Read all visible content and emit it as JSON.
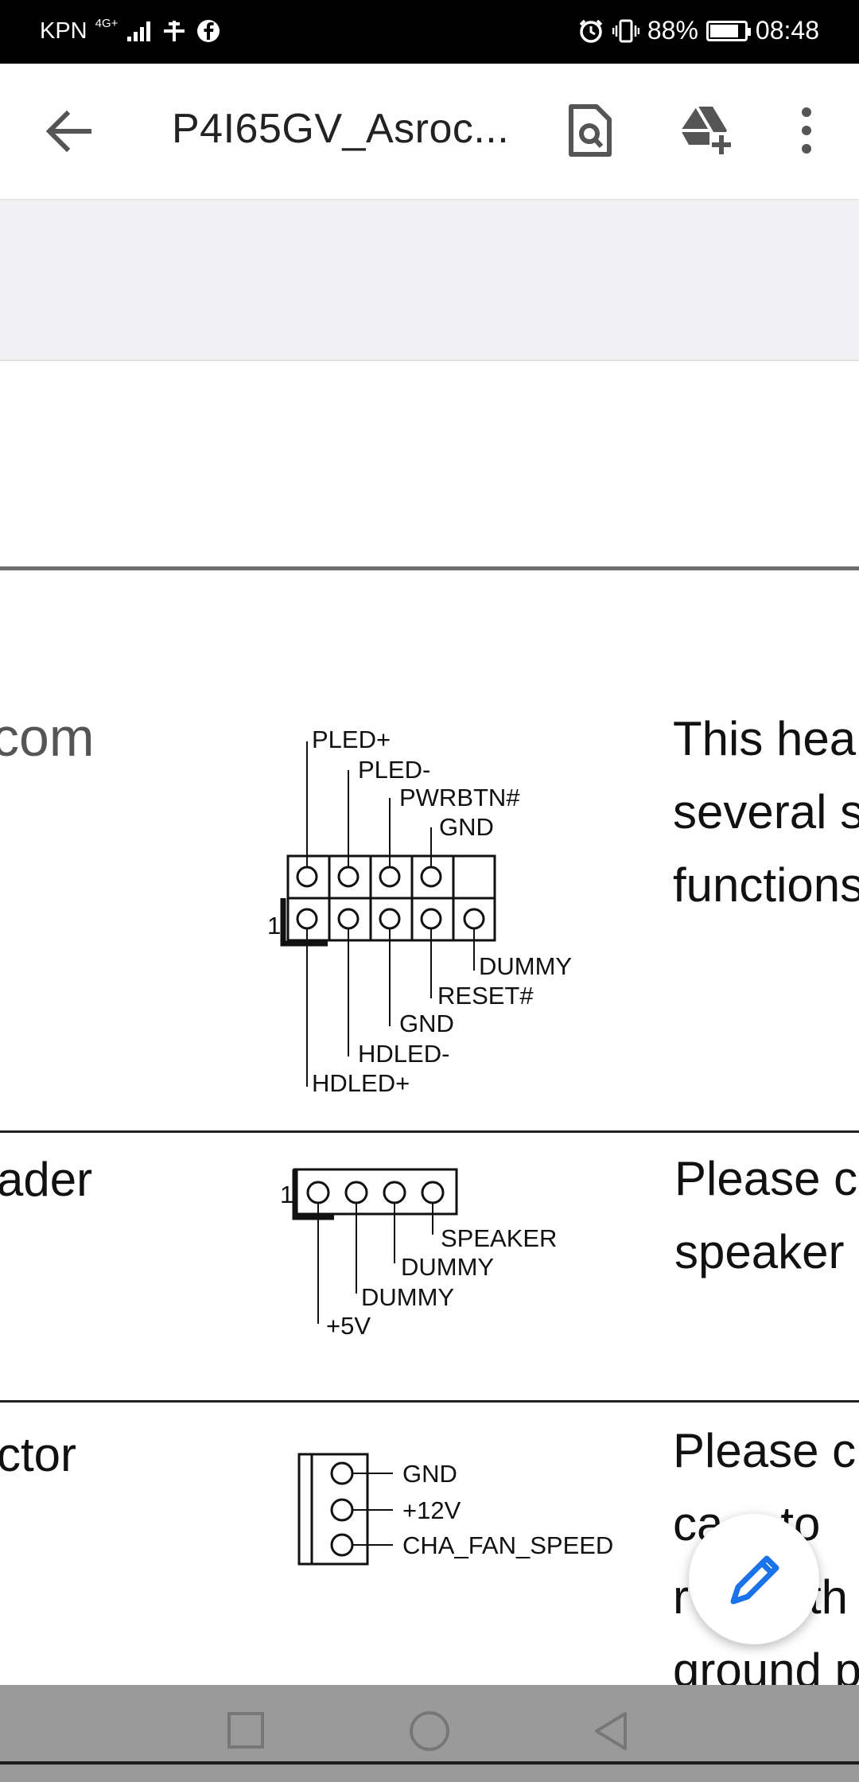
{
  "status_bar": {
    "carrier": "KPN",
    "network": "4G+",
    "battery": "88%",
    "battery_level": 0.88,
    "time": "08:48"
  },
  "app_bar": {
    "title": "P4I65GV_Asroc..."
  },
  "rows": [
    {
      "left_text": "com",
      "right_lines": [
        "This hea",
        "several s",
        "functions"
      ],
      "pins_top": [
        "PLED+",
        "PLED-",
        "PWRBTN#",
        "GND"
      ],
      "pins_bottom": [
        "DUMMY",
        "RESET#",
        "GND",
        "HDLED-",
        "HDLED+"
      ],
      "pin1": "1"
    },
    {
      "left_text": "ader",
      "right_lines": [
        "Please c",
        "speaker"
      ],
      "pins": [
        "SPEAKER",
        "DUMMY",
        "DUMMY",
        "+5V"
      ],
      "pin1": "1"
    },
    {
      "left_text": "ctor",
      "right_lines": [
        "Please c",
        "ca",
        "to",
        "r",
        "th",
        "ground p"
      ],
      "pins": [
        "GND",
        "+12V",
        "CHA_FAN_SPEED"
      ]
    }
  ],
  "icons": {
    "back": "arrow-left-icon",
    "doc_search": "document-search-icon",
    "drive_add": "drive-add-icon",
    "more": "more-vert-icon",
    "edit": "pencil-icon",
    "nav_recent": "square-icon",
    "nav_home": "circle-icon",
    "nav_back": "triangle-back-icon"
  },
  "colors": {
    "status_bar": "#000000",
    "accent": "#1a73e8",
    "nav_bar": "#9a9a9a"
  }
}
